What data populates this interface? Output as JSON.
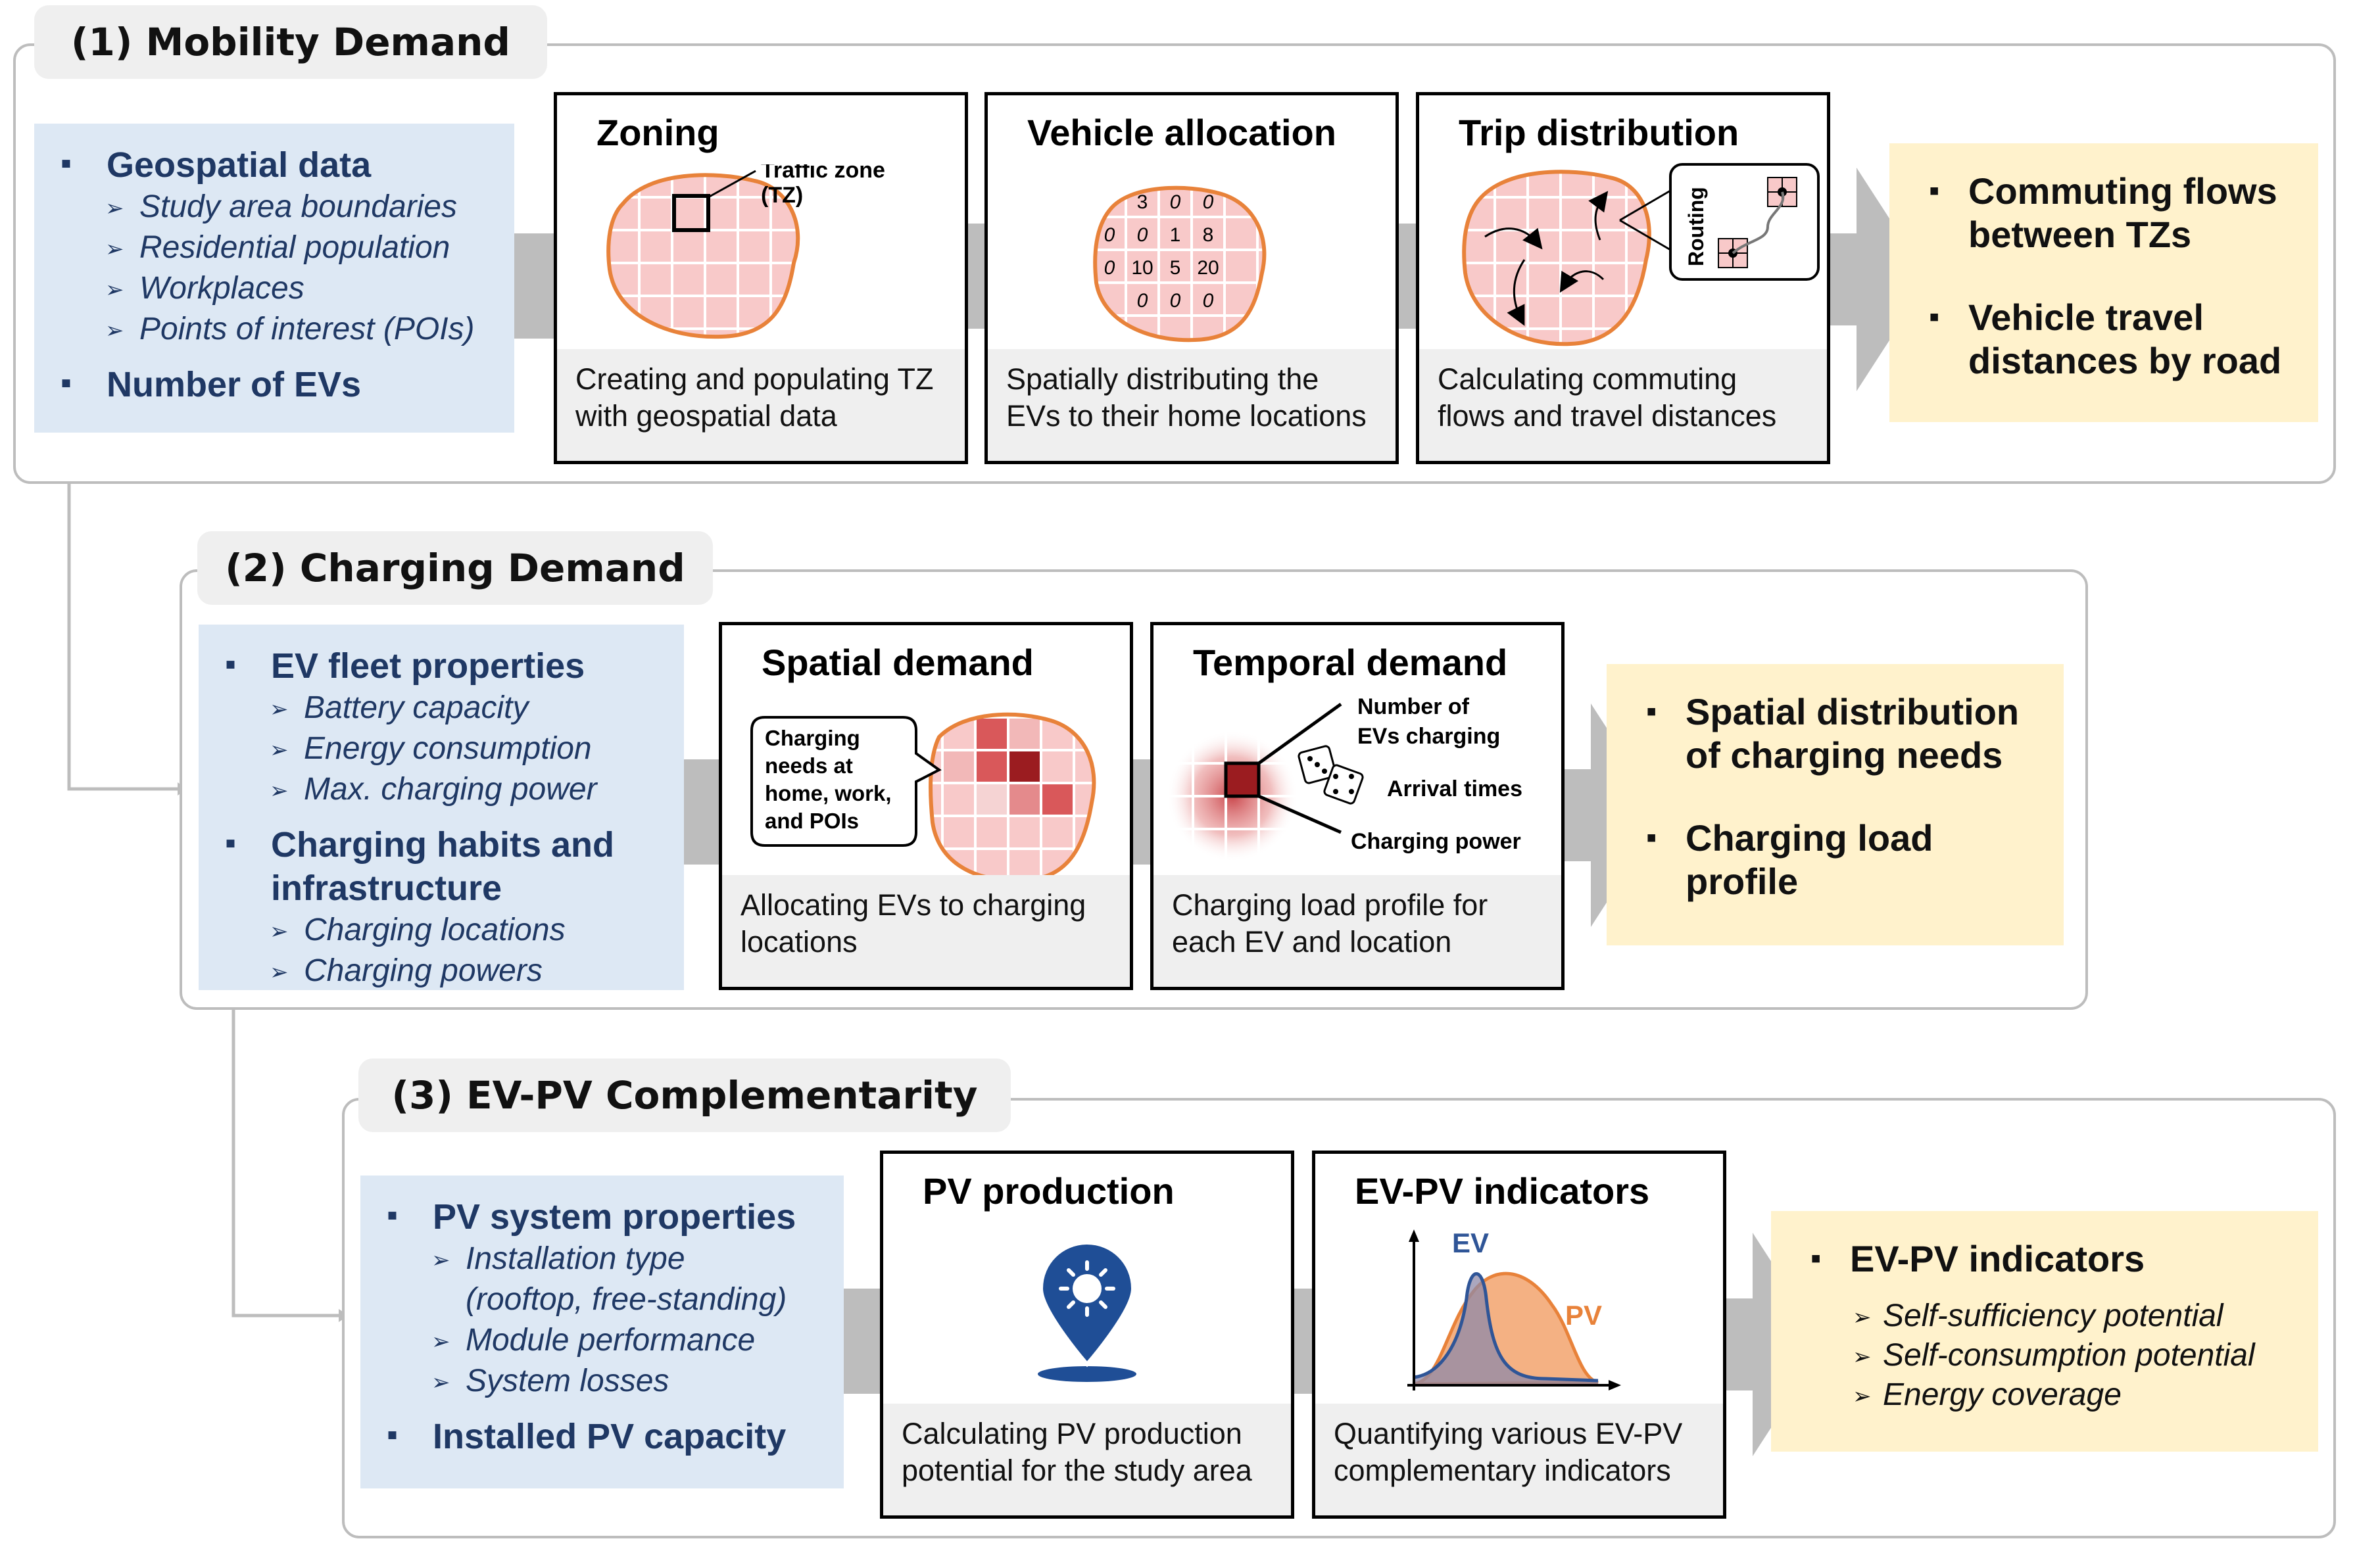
{
  "sections": [
    {
      "title": "(1) Mobility Demand",
      "inputs": [
        {
          "label": "Geospatial data",
          "subs": [
            "Study area boundaries",
            "Residential population",
            "Workplaces",
            "Points of interest (POIs)"
          ]
        },
        {
          "label": "Number of EVs",
          "subs": []
        }
      ],
      "steps": [
        {
          "title": "Zoning",
          "desc": "Creating and populating TZ with geospatial data"
        },
        {
          "title": "Vehicle allocation",
          "desc": "Spatially distributing the EVs to their home locations"
        },
        {
          "title": "Trip distribution",
          "desc": "Calculating commuting flows and travel distances"
        }
      ],
      "outputs": [
        "Commuting flows between TZs",
        "Vehicle travel distances by road"
      ]
    },
    {
      "title": "(2) Charging Demand",
      "inputs": [
        {
          "label": "EV fleet properties",
          "subs": [
            "Battery capacity",
            "Energy consumption",
            "Max. charging power"
          ]
        },
        {
          "label": "Charging habits and infrastructure",
          "subs": [
            "Charging locations",
            "Charging powers"
          ]
        }
      ],
      "steps": [
        {
          "title": "Spatial demand",
          "desc": "Allocating EVs to charging locations"
        },
        {
          "title": "Temporal demand",
          "desc": "Charging load profile for each EV and location"
        }
      ],
      "outputs": [
        "Spatial distribution of charging needs",
        "Charging load profile"
      ]
    },
    {
      "title": "(3) EV-PV Complementarity",
      "inputs": [
        {
          "label": "PV system properties",
          "subs": [
            "Installation type",
            "(rooftop, free-standing)",
            "Module performance",
            "System losses"
          ]
        },
        {
          "label": "Installed PV capacity",
          "subs": []
        }
      ],
      "steps": [
        {
          "title": "PV production",
          "desc": "Calculating PV production potential for the study area"
        },
        {
          "title": "EV-PV indicators",
          "desc": "Quantifying various EV-PV complementary indicators"
        }
      ],
      "outputs": [
        "EV-PV indicators"
      ],
      "output_subs": [
        "Self-sufficiency potential",
        "Self-consumption potential",
        "Energy coverage"
      ]
    }
  ],
  "illustrations": {
    "zoning": {
      "label_line1": "Traffic zone",
      "label_line2": "(TZ)"
    },
    "vehicle_allocation": {
      "cells": [
        "3",
        "0",
        "0",
        "0",
        "0",
        "1",
        "8",
        "0",
        "10",
        "5",
        "20",
        "0",
        "0",
        "0"
      ]
    },
    "trip_distribution": {
      "routing_label": "Routing"
    },
    "spatial_demand": {
      "bubble": [
        "Charging",
        "needs at",
        "home, work,",
        "and POIs"
      ]
    },
    "temporal_demand": {
      "labels": [
        "Number of",
        "EVs charging",
        "Arrival times",
        "Charging power"
      ]
    },
    "ev_pv_plot": {
      "ev_label": "EV",
      "pv_label": "PV"
    }
  },
  "colors": {
    "input_bg": "#dde8f4",
    "input_text": "#1f3864",
    "output_bg": "#fff2cc",
    "zone_fill": "#f8c9c9",
    "zone_border": "#e8823a",
    "pv_orange": "#e8823a",
    "ev_blue": "#2f5597",
    "arrow_gray": "#bdbdbd",
    "frame_gray": "#bdbdbd",
    "pin_blue": "#1f4e96"
  }
}
